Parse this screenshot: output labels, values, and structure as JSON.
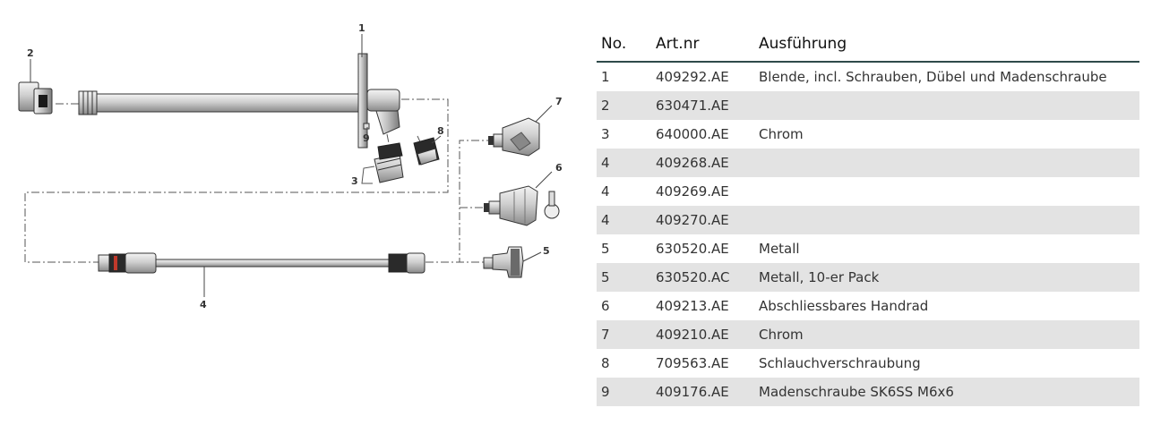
{
  "diagram": {
    "callouts": [
      "1",
      "2",
      "3",
      "4",
      "5",
      "6",
      "7",
      "8",
      "9"
    ]
  },
  "table": {
    "headers": {
      "no": "No.",
      "art": "Art.nr",
      "ausf": "Ausführung"
    },
    "rows": [
      {
        "no": "1",
        "art": "409292.AE",
        "ausf": "Blende, incl. Schrauben, Dübel und Madenschraube"
      },
      {
        "no": "2",
        "art": "630471.AE",
        "ausf": ""
      },
      {
        "no": "3",
        "art": "640000.AE",
        "ausf": "Chrom"
      },
      {
        "no": "4",
        "art": "409268.AE",
        "ausf": ""
      },
      {
        "no": "4",
        "art": "409269.AE",
        "ausf": ""
      },
      {
        "no": "4",
        "art": "409270.AE",
        "ausf": ""
      },
      {
        "no": "5",
        "art": "630520.AE",
        "ausf": "Metall"
      },
      {
        "no": "5",
        "art": "630520.AC",
        "ausf": "Metall, 10-er Pack"
      },
      {
        "no": "6",
        "art": "409213.AE",
        "ausf": "Abschliessbares Handrad"
      },
      {
        "no": "7",
        "art": "409210.AE",
        "ausf": "Chrom"
      },
      {
        "no": "8",
        "art": "709563.AE",
        "ausf": "Schlauchverschraubung"
      },
      {
        "no": "9",
        "art": "409176.AE",
        "ausf": "Madenschraube SK6SS M6x6"
      }
    ]
  }
}
